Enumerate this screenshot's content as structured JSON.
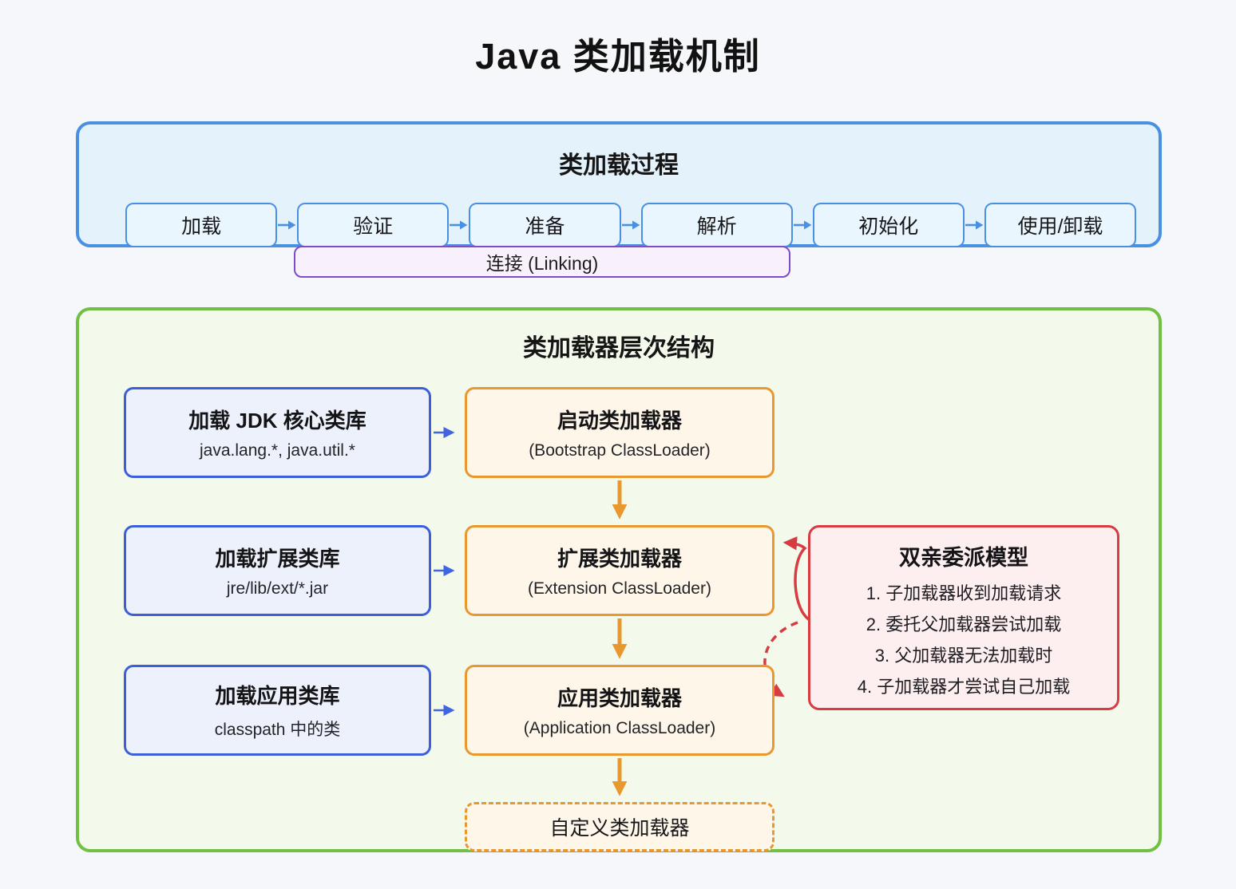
{
  "title": "Java 类加载机制",
  "process": {
    "title": "类加载过程",
    "stages": [
      "加载",
      "验证",
      "准备",
      "解析",
      "初始化",
      "使用/卸载"
    ],
    "linking_label": "连接 (Linking)"
  },
  "hierarchy": {
    "title": "类加载器层次结构",
    "sources": [
      {
        "title": "加载 JDK 核心类库",
        "subtitle": "java.lang.*, java.util.*"
      },
      {
        "title": "加载扩展类库",
        "subtitle": "jre/lib/ext/*.jar"
      },
      {
        "title": "加载应用类库",
        "subtitle": "classpath 中的类"
      }
    ],
    "loaders": [
      {
        "title": "启动类加载器",
        "subtitle": "(Bootstrap ClassLoader)"
      },
      {
        "title": "扩展类加载器",
        "subtitle": "(Extension ClassLoader)"
      },
      {
        "title": "应用类加载器",
        "subtitle": "(Application ClassLoader)"
      }
    ],
    "custom_loader_label": "自定义类加载器",
    "delegation": {
      "title": "双亲委派模型",
      "steps": [
        "1. 子加载器收到加载请求",
        "2. 委托父加载器尝试加载",
        "3. 父加载器无法加载时",
        "4. 子加载器才尝试自己加载"
      ]
    }
  },
  "colors": {
    "background": "#f6f7fa",
    "process_border": "#4a90e2",
    "process_fill": "#e4f2fc",
    "linking_border": "#7e4cc9",
    "hierarchy_border": "#71c044",
    "hierarchy_fill": "#f3faec",
    "source_border": "#3c5fd9",
    "loader_border": "#e8982f",
    "delegation_border": "#d73c42",
    "delegation_fill": "#fdeef0"
  }
}
